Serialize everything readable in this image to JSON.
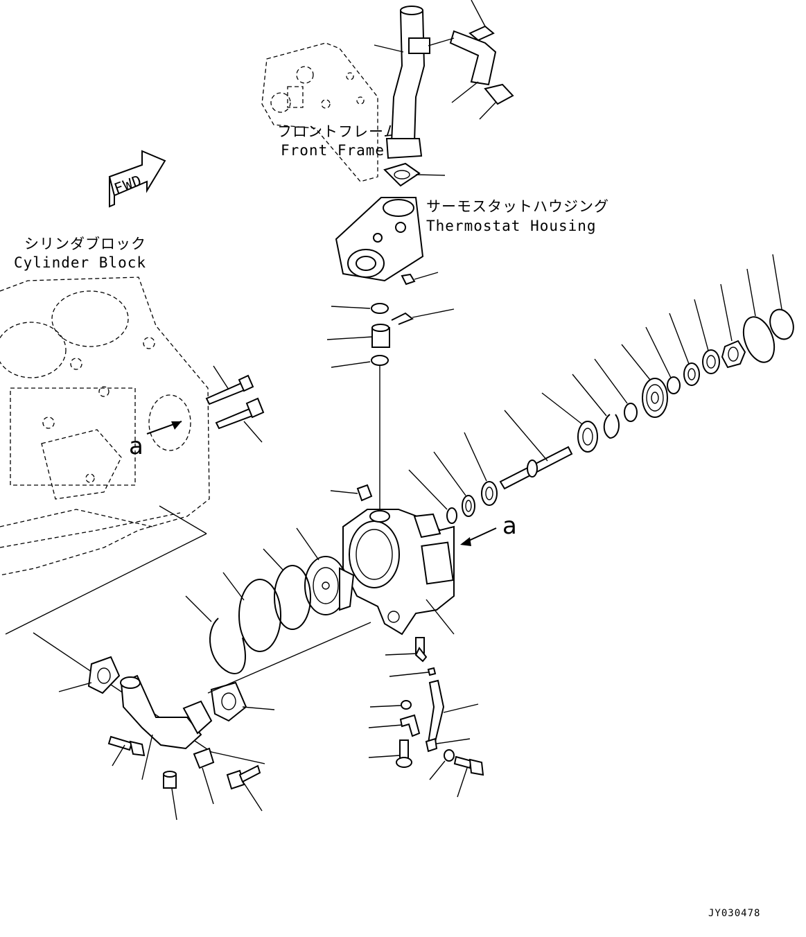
{
  "labels": {
    "front_frame_jp": "フロントフレーム",
    "front_frame_en": "Front Frame",
    "thermostat_jp": "サーモスタットハウジング",
    "thermostat_en": "Thermostat Housing",
    "cylinder_jp": "シリンダブロック",
    "cylinder_en": "Cylinder Block",
    "fwd": "FWD",
    "ref_a_left": "a",
    "ref_a_right": "a",
    "drawing_code": "JY030478"
  }
}
